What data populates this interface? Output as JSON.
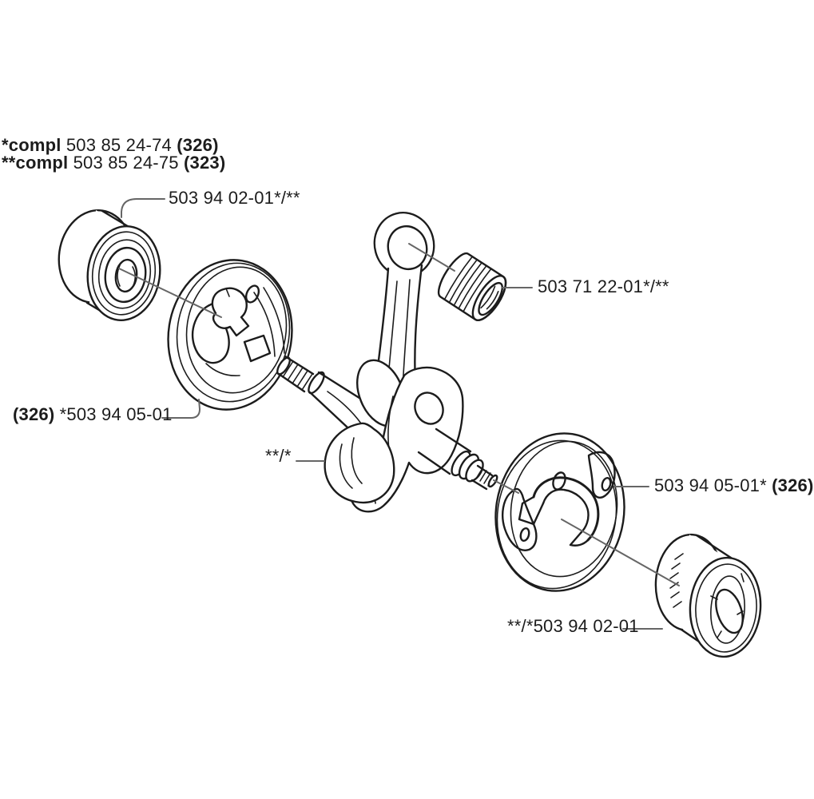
{
  "colors": {
    "background": "#ffffff",
    "drawing_line": "#1c1c1c",
    "leader_line": "#666666",
    "text": "#1c1c1c"
  },
  "header": {
    "line1": {
      "prefix": "*compl",
      "number": "503 85 24-74",
      "code": "(326)"
    },
    "line2": {
      "prefix": "**compl",
      "number": "503 85 24-75",
      "code": "(323)"
    }
  },
  "labels": {
    "top_bearing": "503 94 02-01*/**",
    "needle_bearing": "503 71 22-01*/**",
    "left_flywheel_code": "(326)",
    "left_flywheel": "*503 94 05-01",
    "crankshaft": "**/*",
    "right_flywheel": "503 94 05-01*",
    "right_flywheel_code": "(326)",
    "bottom_bearing": "**/*503 94 02-01"
  }
}
